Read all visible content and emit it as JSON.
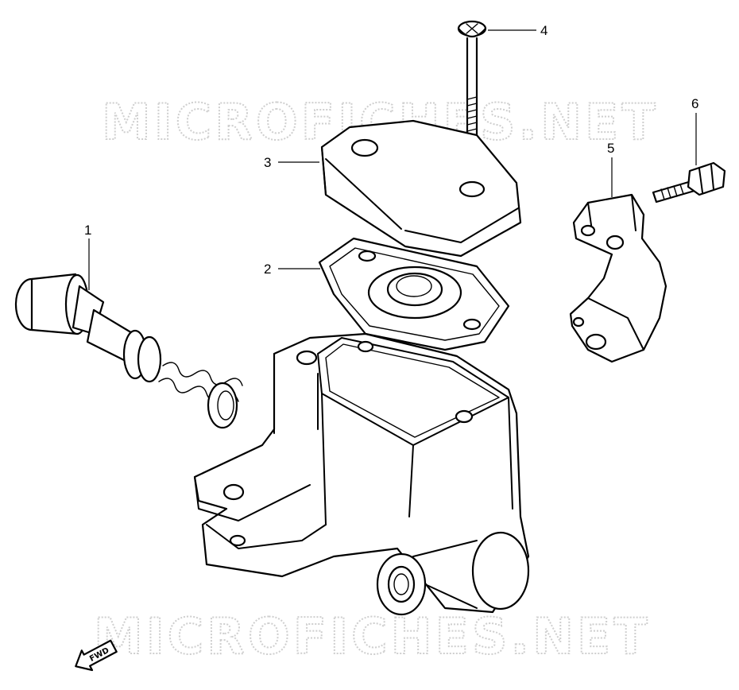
{
  "watermark": {
    "text_top": "MICROFICHES.NET",
    "text_bottom": "MICROFICHES.NET"
  },
  "callouts": [
    {
      "label": "1",
      "part": "piston set"
    },
    {
      "label": "2",
      "part": "diaphragm / gasket"
    },
    {
      "label": "3",
      "part": "reservoir cap"
    },
    {
      "label": "4",
      "part": "screw"
    },
    {
      "label": "5",
      "part": "holder clamp"
    },
    {
      "label": "6",
      "part": "bolt"
    }
  ],
  "fwd_indicator": {
    "label": "FWD",
    "icon": "fwd-arrow-icon"
  },
  "colors": {
    "line": "#000000",
    "background": "#ffffff",
    "watermark": "#cfcfcf"
  }
}
